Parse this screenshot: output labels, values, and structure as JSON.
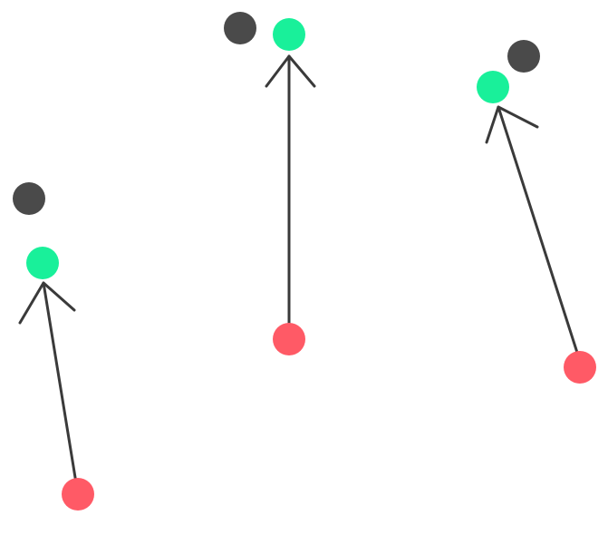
{
  "colors": {
    "background": "#ffffff",
    "start_point": "#ff5a66",
    "predicted_point": "#19f09a",
    "target_point": "#4a4a4a",
    "arrow": "#3a3a3a"
  },
  "trajectories": [
    {
      "id": "left",
      "start": "red-dot",
      "prediction": "green-dot",
      "target": "gray-dot"
    },
    {
      "id": "middle",
      "start": "red-dot",
      "prediction": "green-dot",
      "target": "gray-dot"
    },
    {
      "id": "right",
      "start": "red-dot",
      "prediction": "green-dot",
      "target": "gray-dot"
    }
  ]
}
